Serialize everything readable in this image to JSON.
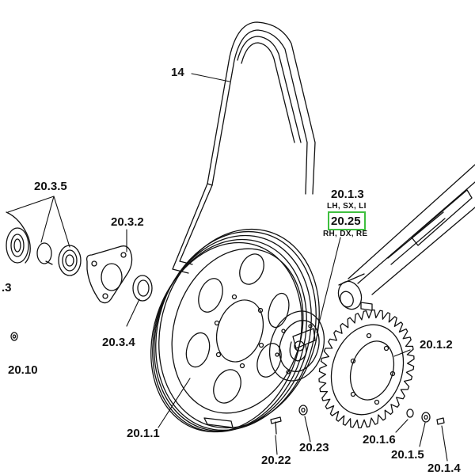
{
  "labels": {
    "belt": "14",
    "p_20_3_5": "20.3.5",
    "p_20_3_2": "20.3.2",
    "p_3": ".3",
    "p_20_3_4": "20.3.4",
    "p_20_10": "20.10",
    "p_20_1_3": "20.1.3",
    "p_20_1_3_sides": "LH, SX, LI",
    "p_20_25": "20.25",
    "p_20_25_sides": "RH, DX, RE",
    "p_20_1_2": "20.1.2",
    "p_20_1_1": "20.1.1",
    "p_20_22": "20.22",
    "p_20_23": "20.23",
    "p_20_1_6": "20.1.6",
    "p_20_1_5": "20.1.5",
    "p_20_1_4": "20.1.4"
  },
  "highlight": {
    "target": "20.25",
    "color": "#3fbf3f"
  }
}
